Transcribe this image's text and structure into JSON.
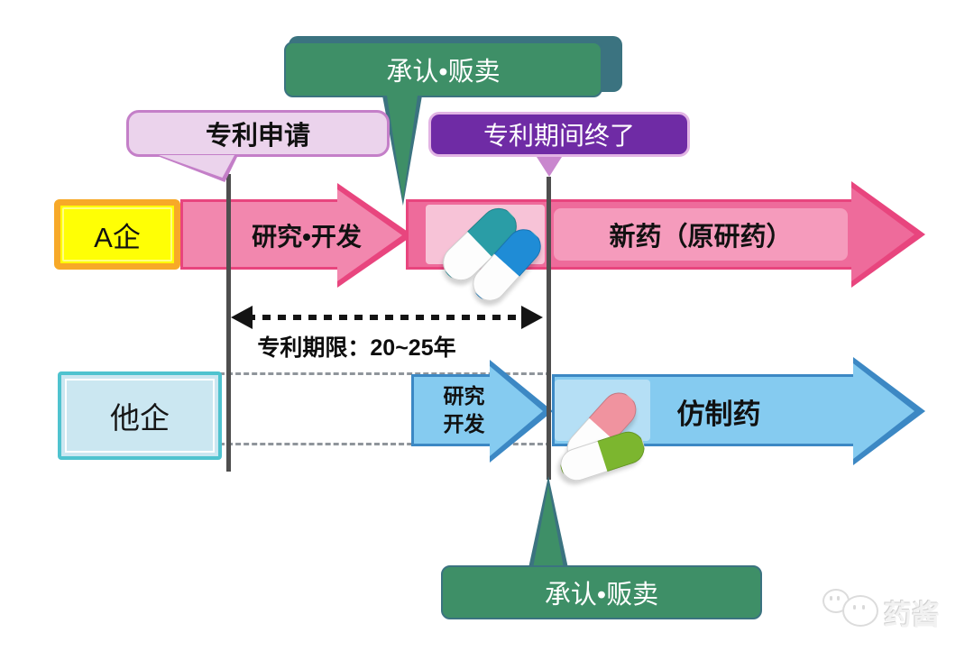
{
  "callouts": {
    "approval_top": "承认•贩卖",
    "patent_application": "专利申请",
    "patent_expiry": "专利期间终了",
    "approval_bottom": "承认•贩卖"
  },
  "company_a": {
    "label": "A企",
    "phase_rnd": "研究•开发",
    "phase_market": "新药（原研药）"
  },
  "other_company": {
    "label": "他企",
    "phase_rnd_line1": "研究",
    "phase_rnd_line2": "开发",
    "phase_market": "仿制药"
  },
  "patent_term": "专利期限：20~25年",
  "watermark": "药酱",
  "icons": {
    "capsules_original": "teal-and-blue-capsules",
    "capsules_generic": "pink-and-green-capsules",
    "watermark_icon": "chat-bubbles"
  },
  "colors": {
    "green_box": "#3E8F67",
    "green_edge": "#3B7380",
    "purple_fill": "#6F2BA5",
    "purple_edge": "#E2B4E4",
    "lavender_fill": "#EBD3EC",
    "lavender_edge": "#C47FC8",
    "yellow_fill": "#FFFF05",
    "yellow_edge": "#F7A928",
    "pink_fill": "#F287AE",
    "pink_fill_dark": "#EE6B9B",
    "pink_edge": "#E8457E",
    "pink_band": "#F59BBC",
    "pink_square": "#F7C3D7",
    "blue_fill": "#85CBF0",
    "blue_edge": "#3C88C4",
    "blue_square": "#B5DFF5",
    "cyan_fill": "#CBE7F1",
    "cyan_edge": "#4FC3CF",
    "line_dark": "#4E4E4E",
    "dash_gray": "#8F959B",
    "capsule_teal": "#2A9DA6",
    "capsule_blue": "#1F8CD6",
    "capsule_pink": "#F0939F",
    "capsule_green": "#7CB62F"
  }
}
